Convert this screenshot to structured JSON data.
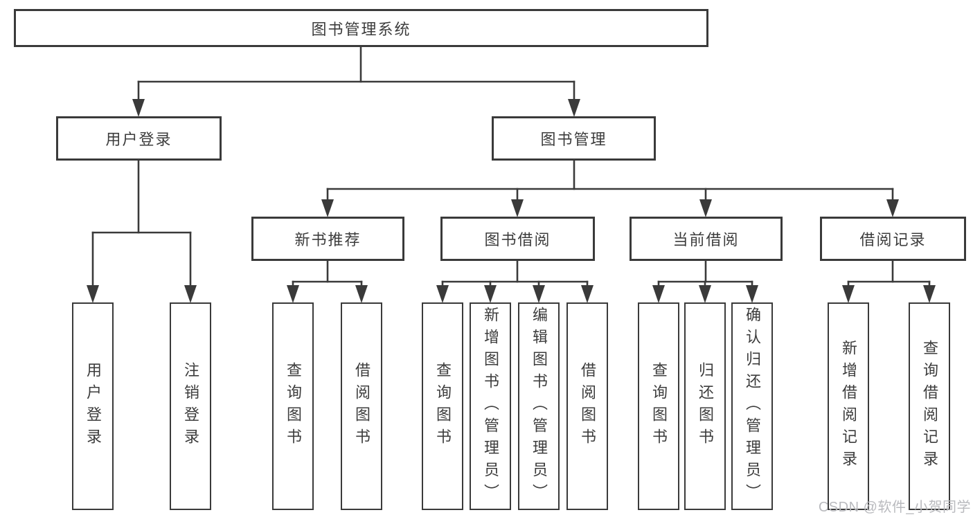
{
  "diagram_title": "图书管理系统",
  "colors": {
    "line": "#3a3a3a",
    "text": "#3c3c3c",
    "background": "#ffffff",
    "watermark": "#b9babe"
  },
  "tree": {
    "label": "图书管理系统",
    "children": [
      {
        "label": "用户登录",
        "children": [
          {
            "label": "用户登录"
          },
          {
            "label": "注销登录"
          }
        ]
      },
      {
        "label": "图书管理",
        "children": [
          {
            "label": "新书推荐",
            "children": [
              {
                "label": "查询图书"
              },
              {
                "label": "借阅图书"
              }
            ]
          },
          {
            "label": "图书借阅",
            "children": [
              {
                "label": "查询图书"
              },
              {
                "label": "新增图书（管理员）"
              },
              {
                "label": "编辑图书（管理员）"
              },
              {
                "label": "借阅图书"
              }
            ]
          },
          {
            "label": "当前借阅",
            "children": [
              {
                "label": "查询图书"
              },
              {
                "label": "归还图书"
              },
              {
                "label": "确认归还（管理员）"
              }
            ]
          },
          {
            "label": "借阅记录",
            "children": [
              {
                "label": "新增借阅记录"
              },
              {
                "label": "查询借阅记录"
              }
            ]
          }
        ]
      }
    ]
  },
  "watermark": {
    "text": "CSDN @软件_小贺同学"
  }
}
